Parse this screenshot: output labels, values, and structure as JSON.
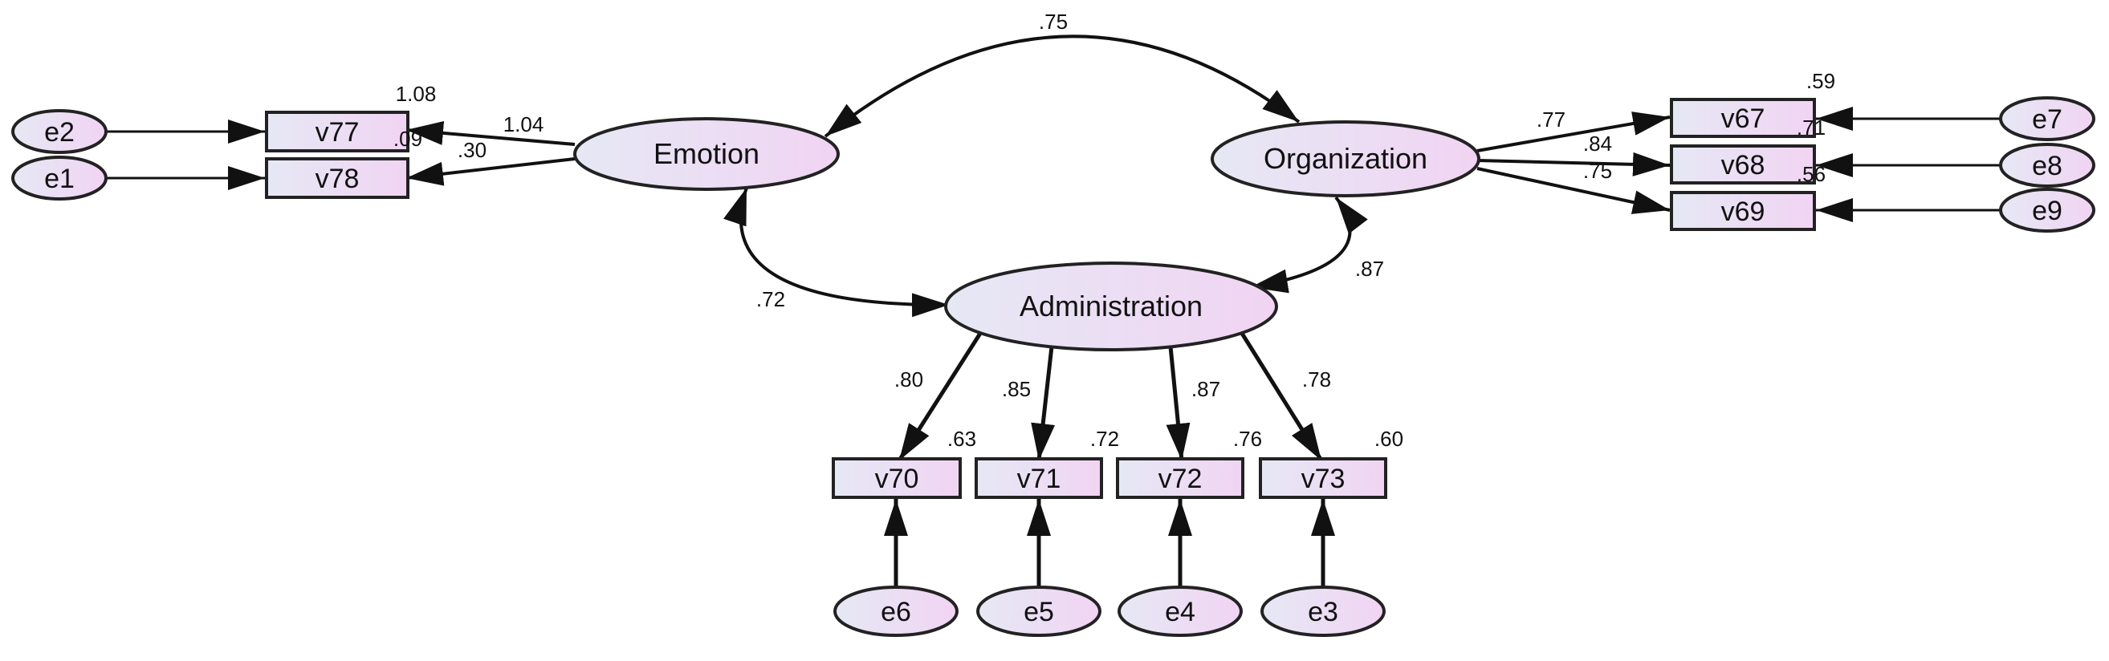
{
  "diagram": {
    "latent_factors": [
      {
        "id": "emotion",
        "label": "Emotion"
      },
      {
        "id": "organization",
        "label": "Organization"
      },
      {
        "id": "administration",
        "label": "Administration"
      }
    ],
    "observed_variables": [
      {
        "id": "v77",
        "label": "v77",
        "factor": "emotion",
        "loading": "1.04",
        "r_squared": "1.08",
        "error": "e2"
      },
      {
        "id": "v78",
        "label": "v78",
        "factor": "emotion",
        "loading": ".30",
        "r_squared": ".09",
        "error": "e1"
      },
      {
        "id": "v67",
        "label": "v67",
        "factor": "organization",
        "loading": ".77",
        "r_squared": ".59",
        "error": "e7"
      },
      {
        "id": "v68",
        "label": "v68",
        "factor": "organization",
        "loading": ".84",
        "r_squared": ".71",
        "error": "e8"
      },
      {
        "id": "v69",
        "label": "v69",
        "factor": "organization",
        "loading": ".75",
        "r_squared": ".56",
        "error": "e9"
      },
      {
        "id": "v70",
        "label": "v70",
        "factor": "administration",
        "loading": ".80",
        "r_squared": ".63",
        "error": "e6"
      },
      {
        "id": "v71",
        "label": "v71",
        "factor": "administration",
        "loading": ".85",
        "r_squared": ".72",
        "error": "e5"
      },
      {
        "id": "v72",
        "label": "v72",
        "factor": "administration",
        "loading": ".87",
        "r_squared": ".76",
        "error": "e4"
      },
      {
        "id": "v73",
        "label": "v73",
        "factor": "administration",
        "loading": ".78",
        "r_squared": ".60",
        "error": "e3"
      }
    ],
    "error_terms": [
      {
        "id": "e1",
        "label": "e1"
      },
      {
        "id": "e2",
        "label": "e2"
      },
      {
        "id": "e3",
        "label": "e3"
      },
      {
        "id": "e4",
        "label": "e4"
      },
      {
        "id": "e5",
        "label": "e5"
      },
      {
        "id": "e6",
        "label": "e6"
      },
      {
        "id": "e7",
        "label": "e7"
      },
      {
        "id": "e8",
        "label": "e8"
      },
      {
        "id": "e9",
        "label": "e9"
      }
    ],
    "correlations": [
      {
        "id": "emotion-organization",
        "from": "emotion",
        "to": "organization",
        "value": ".75"
      },
      {
        "id": "emotion-administration",
        "from": "emotion",
        "to": "administration",
        "value": ".72"
      },
      {
        "id": "organization-administration",
        "from": "organization",
        "to": "administration",
        "value": ".87"
      }
    ],
    "colors": {
      "fill_light": "#e6e8f4",
      "fill_pink": "#f1d4f3",
      "stroke": "#222222"
    }
  }
}
